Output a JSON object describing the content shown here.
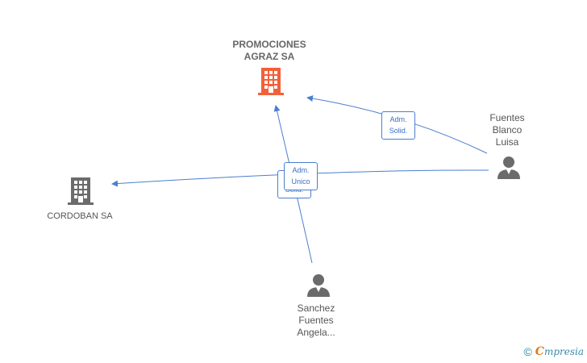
{
  "nodes": {
    "promociones": {
      "name": "PROMOCIONES\nAGRAZ SA",
      "type": "company",
      "highlight_color": "#f2603a"
    },
    "cordoban": {
      "name": "CORDOBAN SA",
      "type": "company",
      "color": "#6b6b6b"
    },
    "fuentes": {
      "name": "Fuentes\nBlanco\nLuisa",
      "type": "person",
      "color": "#6b6b6b"
    },
    "sanchez": {
      "name": "Sanchez\nFuentes\nAngela...",
      "type": "person",
      "color": "#6b6b6b"
    }
  },
  "relations": {
    "fuentes_promociones": {
      "line1": "Adm.",
      "line2": "Solid."
    },
    "fuentes_cordoban": {
      "line1": "Adm.",
      "line2": "Unico"
    },
    "sanchez_relation": {
      "line1": "Adm.",
      "line2": "Solid."
    }
  },
  "edge_color": "#4a7fd0",
  "footer": {
    "copyright": "©",
    "brand_first": "C",
    "brand_rest": "mpresia"
  }
}
